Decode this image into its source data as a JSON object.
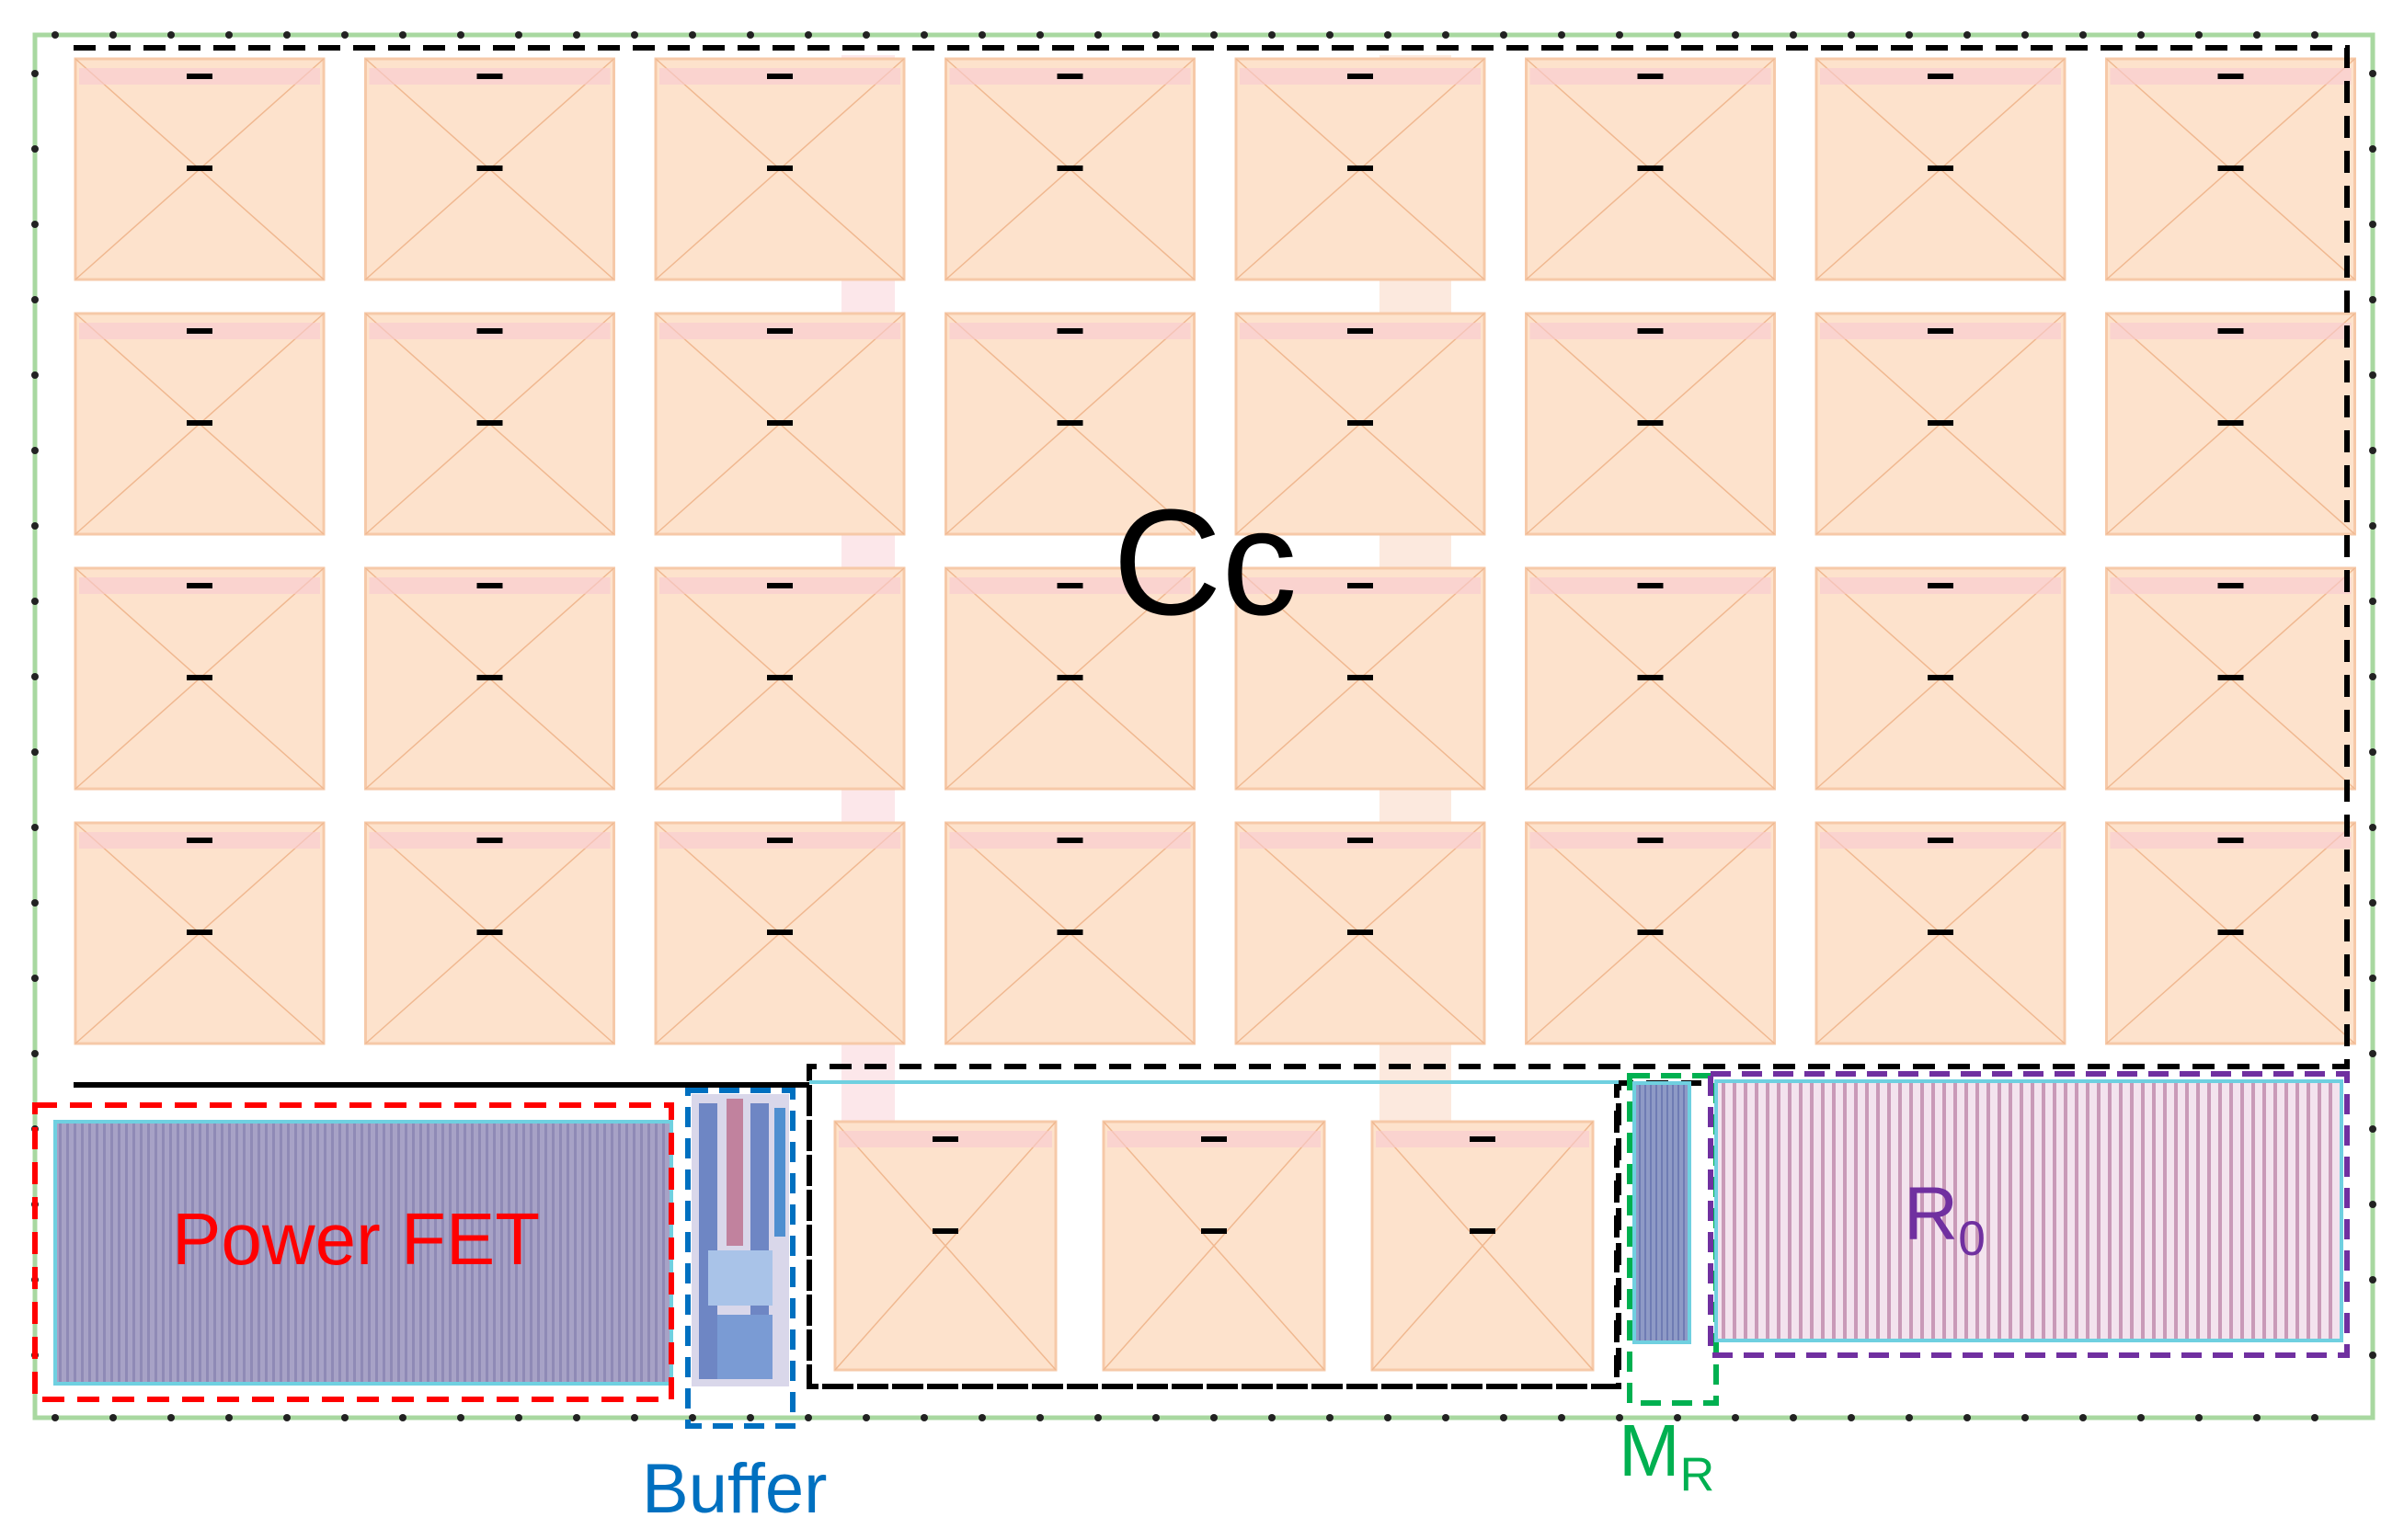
{
  "labels": {
    "cc": "Cc",
    "power_fet": "Power FET",
    "buffer": "Buffer",
    "mr_main": "M",
    "mr_sub": "R",
    "r0_main": "R",
    "r0_sub": "0"
  },
  "colors": {
    "capacitor_fill": "#fde2cc",
    "capacitor_edge": "#f6c9a8",
    "cc_outline": "#000000",
    "die_outline": "#a8d8a0",
    "power_fet": "#ff0000",
    "buffer": "#0070c0",
    "mr": "#00b050",
    "r0": "#7030a0",
    "fet_fill": "#a59fc2",
    "resistor_fill": "#d9a8b6"
  },
  "grid": {
    "rows": 4,
    "cols": 8,
    "bottom_row_caps": 3
  }
}
